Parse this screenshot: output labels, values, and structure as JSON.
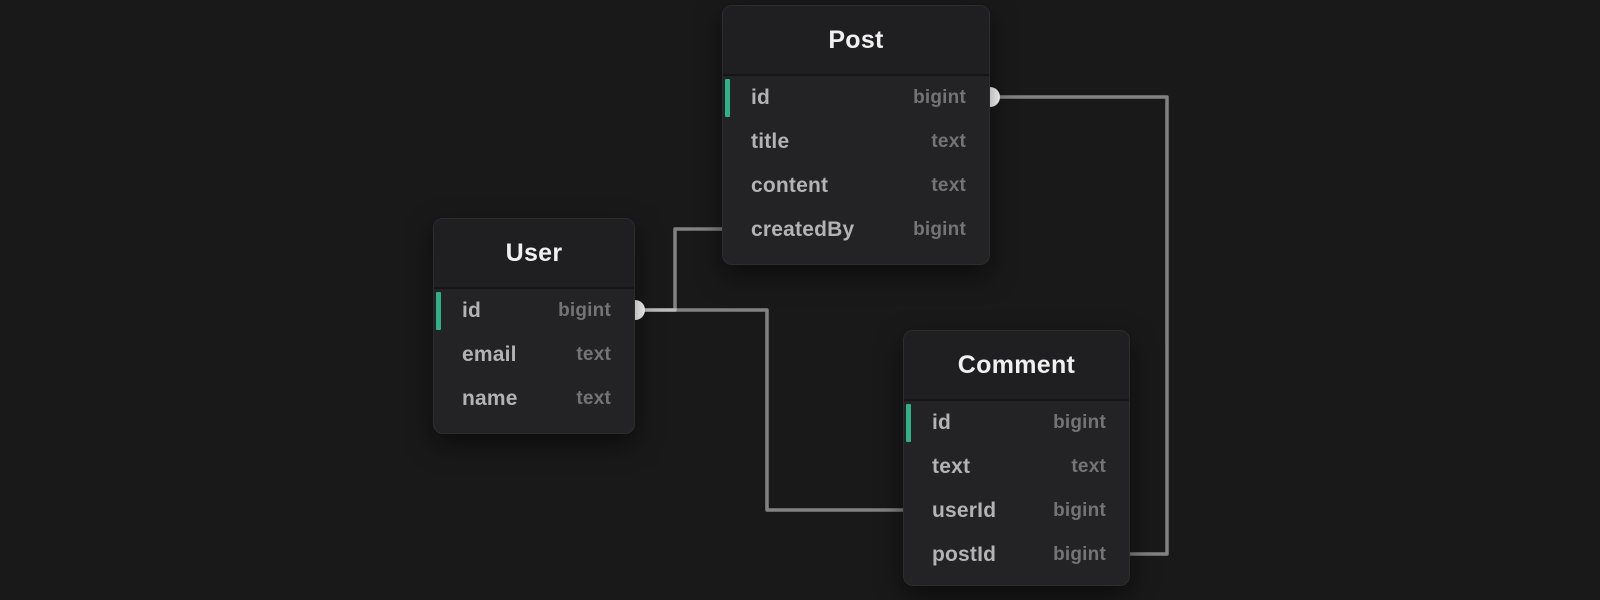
{
  "tables": [
    {
      "name": "Post",
      "fields": [
        {
          "name": "id",
          "type": "bigint",
          "primary_key": true
        },
        {
          "name": "title",
          "type": "text",
          "primary_key": false
        },
        {
          "name": "content",
          "type": "text",
          "primary_key": false
        },
        {
          "name": "createdBy",
          "type": "bigint",
          "primary_key": false
        }
      ]
    },
    {
      "name": "User",
      "fields": [
        {
          "name": "id",
          "type": "bigint",
          "primary_key": true
        },
        {
          "name": "email",
          "type": "text",
          "primary_key": false
        },
        {
          "name": "name",
          "type": "text",
          "primary_key": false
        }
      ]
    },
    {
      "name": "Comment",
      "fields": [
        {
          "name": "id",
          "type": "bigint",
          "primary_key": true
        },
        {
          "name": "text",
          "type": "text",
          "primary_key": false
        },
        {
          "name": "userId",
          "type": "bigint",
          "primary_key": false
        },
        {
          "name": "postId",
          "type": "bigint",
          "primary_key": false
        }
      ]
    }
  ],
  "relationships": [
    {
      "from_table": "User",
      "from_field": "id",
      "to_table": "Post",
      "to_field": "createdBy"
    },
    {
      "from_table": "User",
      "from_field": "id",
      "to_table": "Comment",
      "to_field": "userId"
    },
    {
      "from_table": "Post",
      "from_field": "id",
      "to_table": "Comment",
      "to_field": "postId"
    }
  ],
  "colors": {
    "background": "#191919",
    "card_body": "#232325",
    "card_header": "#1f1f21",
    "card_border": "#2d2d2f",
    "primary_key_accent": "#2eb286",
    "table_title_text": "#f0f0f0",
    "field_name_text": "#b3b3b5",
    "field_type_text": "#747476",
    "connector_line": "#8f8f8f",
    "endpoint_marker": "#ffffff"
  }
}
